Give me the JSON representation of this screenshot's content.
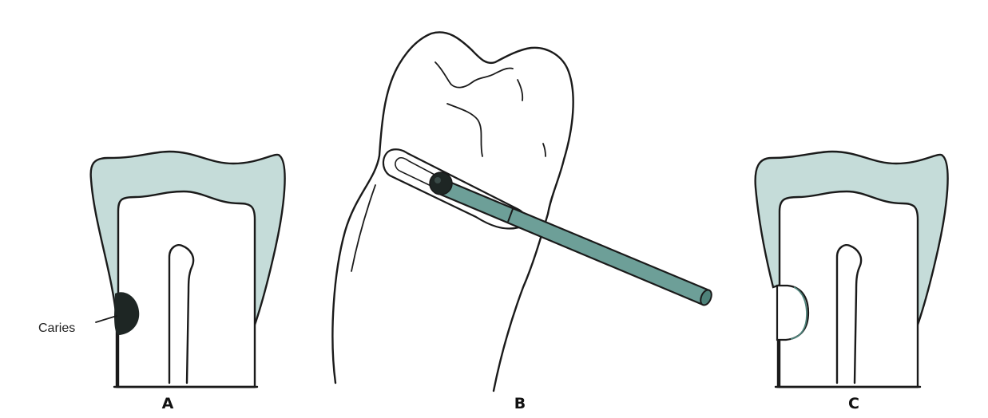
{
  "panels": {
    "a": {
      "label": "A",
      "annotation": "Caries"
    },
    "b": {
      "label": "B"
    },
    "c": {
      "label": "C"
    }
  },
  "colors": {
    "enamel": "#c5dcd9",
    "instrument": "#6d9f98",
    "instrument_dark": "#4e827a",
    "caries": "#1e2624",
    "outline": "#1a1a1a"
  }
}
